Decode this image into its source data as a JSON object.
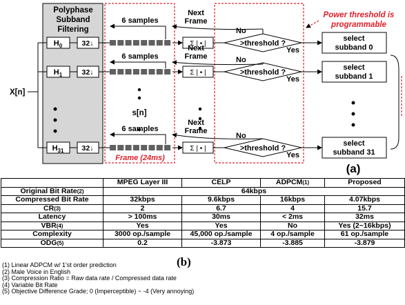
{
  "diagram": {
    "input_label": "X[n]",
    "filterbank_title": [
      "Polyphase",
      "Subband",
      "Filtering"
    ],
    "channels": [
      {
        "filter": "H",
        "index": "0",
        "decimate": "32↓",
        "select": [
          "select",
          "subband 0"
        ]
      },
      {
        "filter": "H",
        "index": "1",
        "decimate": "32↓",
        "select": [
          "select",
          "subband 1"
        ]
      },
      {
        "filter": "H",
        "index": "31",
        "decimate": "32↓",
        "select": [
          "select",
          "subband 31"
        ]
      }
    ],
    "samples_label": "6 samples",
    "signal_label": "s[n]",
    "frame_label": "Frame (24ms)",
    "abs_sum_label": "Σ | • |",
    "next_frame_label": [
      "Next",
      "Frame"
    ],
    "no_label": "No",
    "yes_label": "Yes",
    "threshold_label": ">threshold ?",
    "power_threshold_note": [
      "Power threshold is",
      "programmable"
    ],
    "figure_label": "(a)",
    "colors": {
      "gray_box": "#d6d6d6",
      "red": "#e0202a",
      "sample_block": "#606060"
    }
  },
  "table": {
    "headers": [
      "",
      "MPEG Layer III",
      "CELP",
      "ADPCM",
      "Proposed"
    ],
    "header_notes": [
      "",
      "",
      "",
      "(1)",
      ""
    ],
    "rows": [
      {
        "label": "Original Bit Rate",
        "note": "(2)",
        "span_value": "64kbps"
      },
      {
        "label": "Compressed Bit Rate",
        "note": "",
        "cells": [
          "32kbps",
          "9.6kbps",
          "16kbps",
          "4.07kbps"
        ]
      },
      {
        "label": "CR",
        "note": "(3)",
        "cells": [
          "2",
          "6.7",
          "4",
          "15.7"
        ]
      },
      {
        "label": "Latency",
        "note": "",
        "cells": [
          "> 100ms",
          "30ms",
          "< 2ms",
          "32ms"
        ]
      },
      {
        "label": "VBR",
        "note": "(4)",
        "cells": [
          "Yes",
          "Yes",
          "No",
          "Yes (2~16kbps)"
        ]
      },
      {
        "label": "Complexity",
        "note": "",
        "cells": [
          "3000 op./sample",
          "45,000 op./sample",
          "4 op./sample",
          "61 op./sample"
        ]
      },
      {
        "label": "ODG",
        "note": "(5)",
        "cells": [
          "0.2",
          "-3.873",
          "-3.885",
          "-3.879"
        ]
      }
    ],
    "figure_label": "(b)"
  },
  "footnotes": [
    "(1) Linear ADPCM w/ 1'st order prediction",
    "(2) Male Voice in English",
    "(3) Compression Ratio = Raw data rate / Compressed data rate",
    "(4) Variable Bit Rate",
    "(5) Objective Difference Grade; 0 (Imperceptible) ~ -4 (Very annoying)"
  ]
}
